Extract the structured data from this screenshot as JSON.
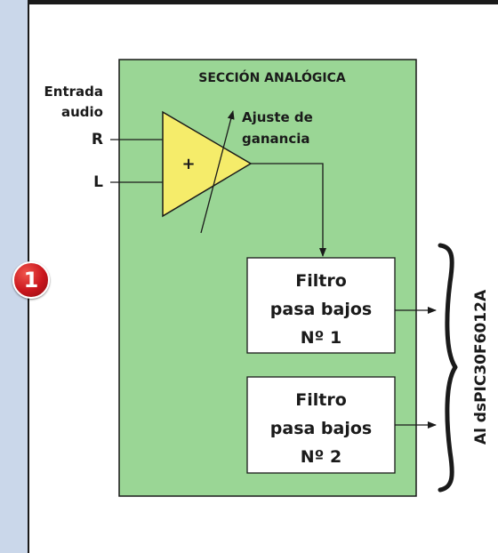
{
  "colors": {
    "sidebar": "#cad7ea",
    "section_fill": "#9ad695",
    "amplifier_fill": "#f5ec6a",
    "badge": "#c9161d",
    "line": "#1a1a1a"
  },
  "badge": {
    "number": "1"
  },
  "diagram": {
    "section_title": "SECCIÓN ANALÓGICA",
    "input_label_line1": "Entrada",
    "input_label_line2": "audio",
    "channel_r": "R",
    "channel_l": "L",
    "amplifier_symbol": "+",
    "gain_label_line1": "Ajuste de",
    "gain_label_line2": "ganancia",
    "filter1": {
      "line1": "Filtro",
      "line2": "pasa bajos",
      "line3": "Nº 1"
    },
    "filter2": {
      "line1": "Filtro",
      "line2": "pasa bajos",
      "line3": "Nº 2"
    },
    "output_label": "Al dsPIC30F6012A"
  }
}
